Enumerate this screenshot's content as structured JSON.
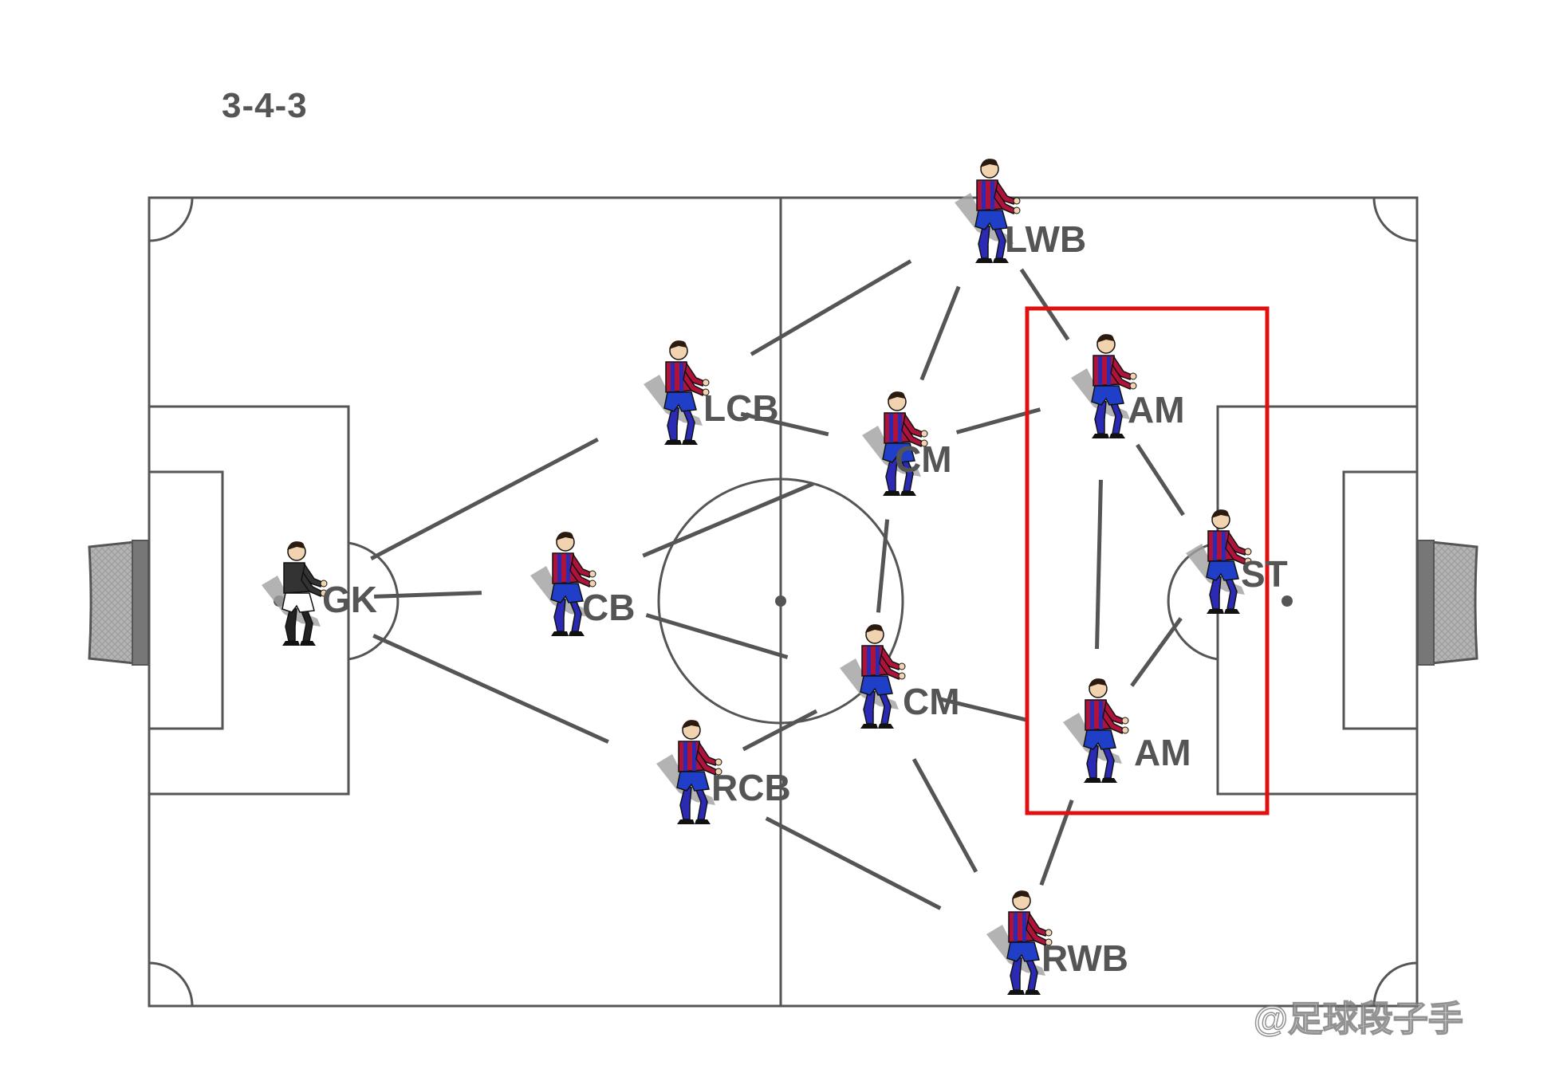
{
  "title": "3-4-3",
  "watermark": "@足球段子手",
  "colors": {
    "pitch_line": "#555555",
    "connector": "#555555",
    "highlight_box": "#e01010",
    "jersey_red": "#b0133a",
    "jersey_blue": "#2a2ab4",
    "shorts": "#1f3fc8",
    "keeper_shirt": "#333333",
    "shadow": "#a0a0a0",
    "goal_net": "#a8a8a8"
  },
  "players": [
    {
      "id": "gk",
      "label": "GK",
      "kit": "keeper"
    },
    {
      "id": "cb",
      "label": "CB",
      "kit": "outfield"
    },
    {
      "id": "lcb",
      "label": "LCB",
      "kit": "outfield"
    },
    {
      "id": "rcb",
      "label": "RCB",
      "kit": "outfield"
    },
    {
      "id": "lwb",
      "label": "LWB",
      "kit": "outfield"
    },
    {
      "id": "cm1",
      "label": "CM",
      "kit": "outfield"
    },
    {
      "id": "cm2",
      "label": "CM",
      "kit": "outfield"
    },
    {
      "id": "rwb",
      "label": "RWB",
      "kit": "outfield"
    },
    {
      "id": "am1",
      "label": "AM",
      "kit": "outfield"
    },
    {
      "id": "am2",
      "label": "AM",
      "kit": "outfield"
    },
    {
      "id": "st",
      "label": "ST",
      "kit": "outfield"
    }
  ],
  "links": [
    [
      "gk",
      "lcb"
    ],
    [
      "gk",
      "cb"
    ],
    [
      "gk",
      "rcb"
    ],
    [
      "lcb",
      "lwb"
    ],
    [
      "lcb",
      "cm1"
    ],
    [
      "cb",
      "cm1"
    ],
    [
      "cb",
      "cm2"
    ],
    [
      "rcb",
      "cm2"
    ],
    [
      "rcb",
      "rwb"
    ],
    [
      "lwb",
      "cm1"
    ],
    [
      "lwb",
      "am1"
    ],
    [
      "cm1",
      "am1"
    ],
    [
      "cm1",
      "cm2"
    ],
    [
      "cm2",
      "am2"
    ],
    [
      "cm2",
      "rwb"
    ],
    [
      "rwb",
      "am2"
    ],
    [
      "am1",
      "am2"
    ],
    [
      "am1",
      "st"
    ],
    [
      "am2",
      "st"
    ]
  ],
  "highlight_group": [
    "am1",
    "am2",
    "st"
  ]
}
